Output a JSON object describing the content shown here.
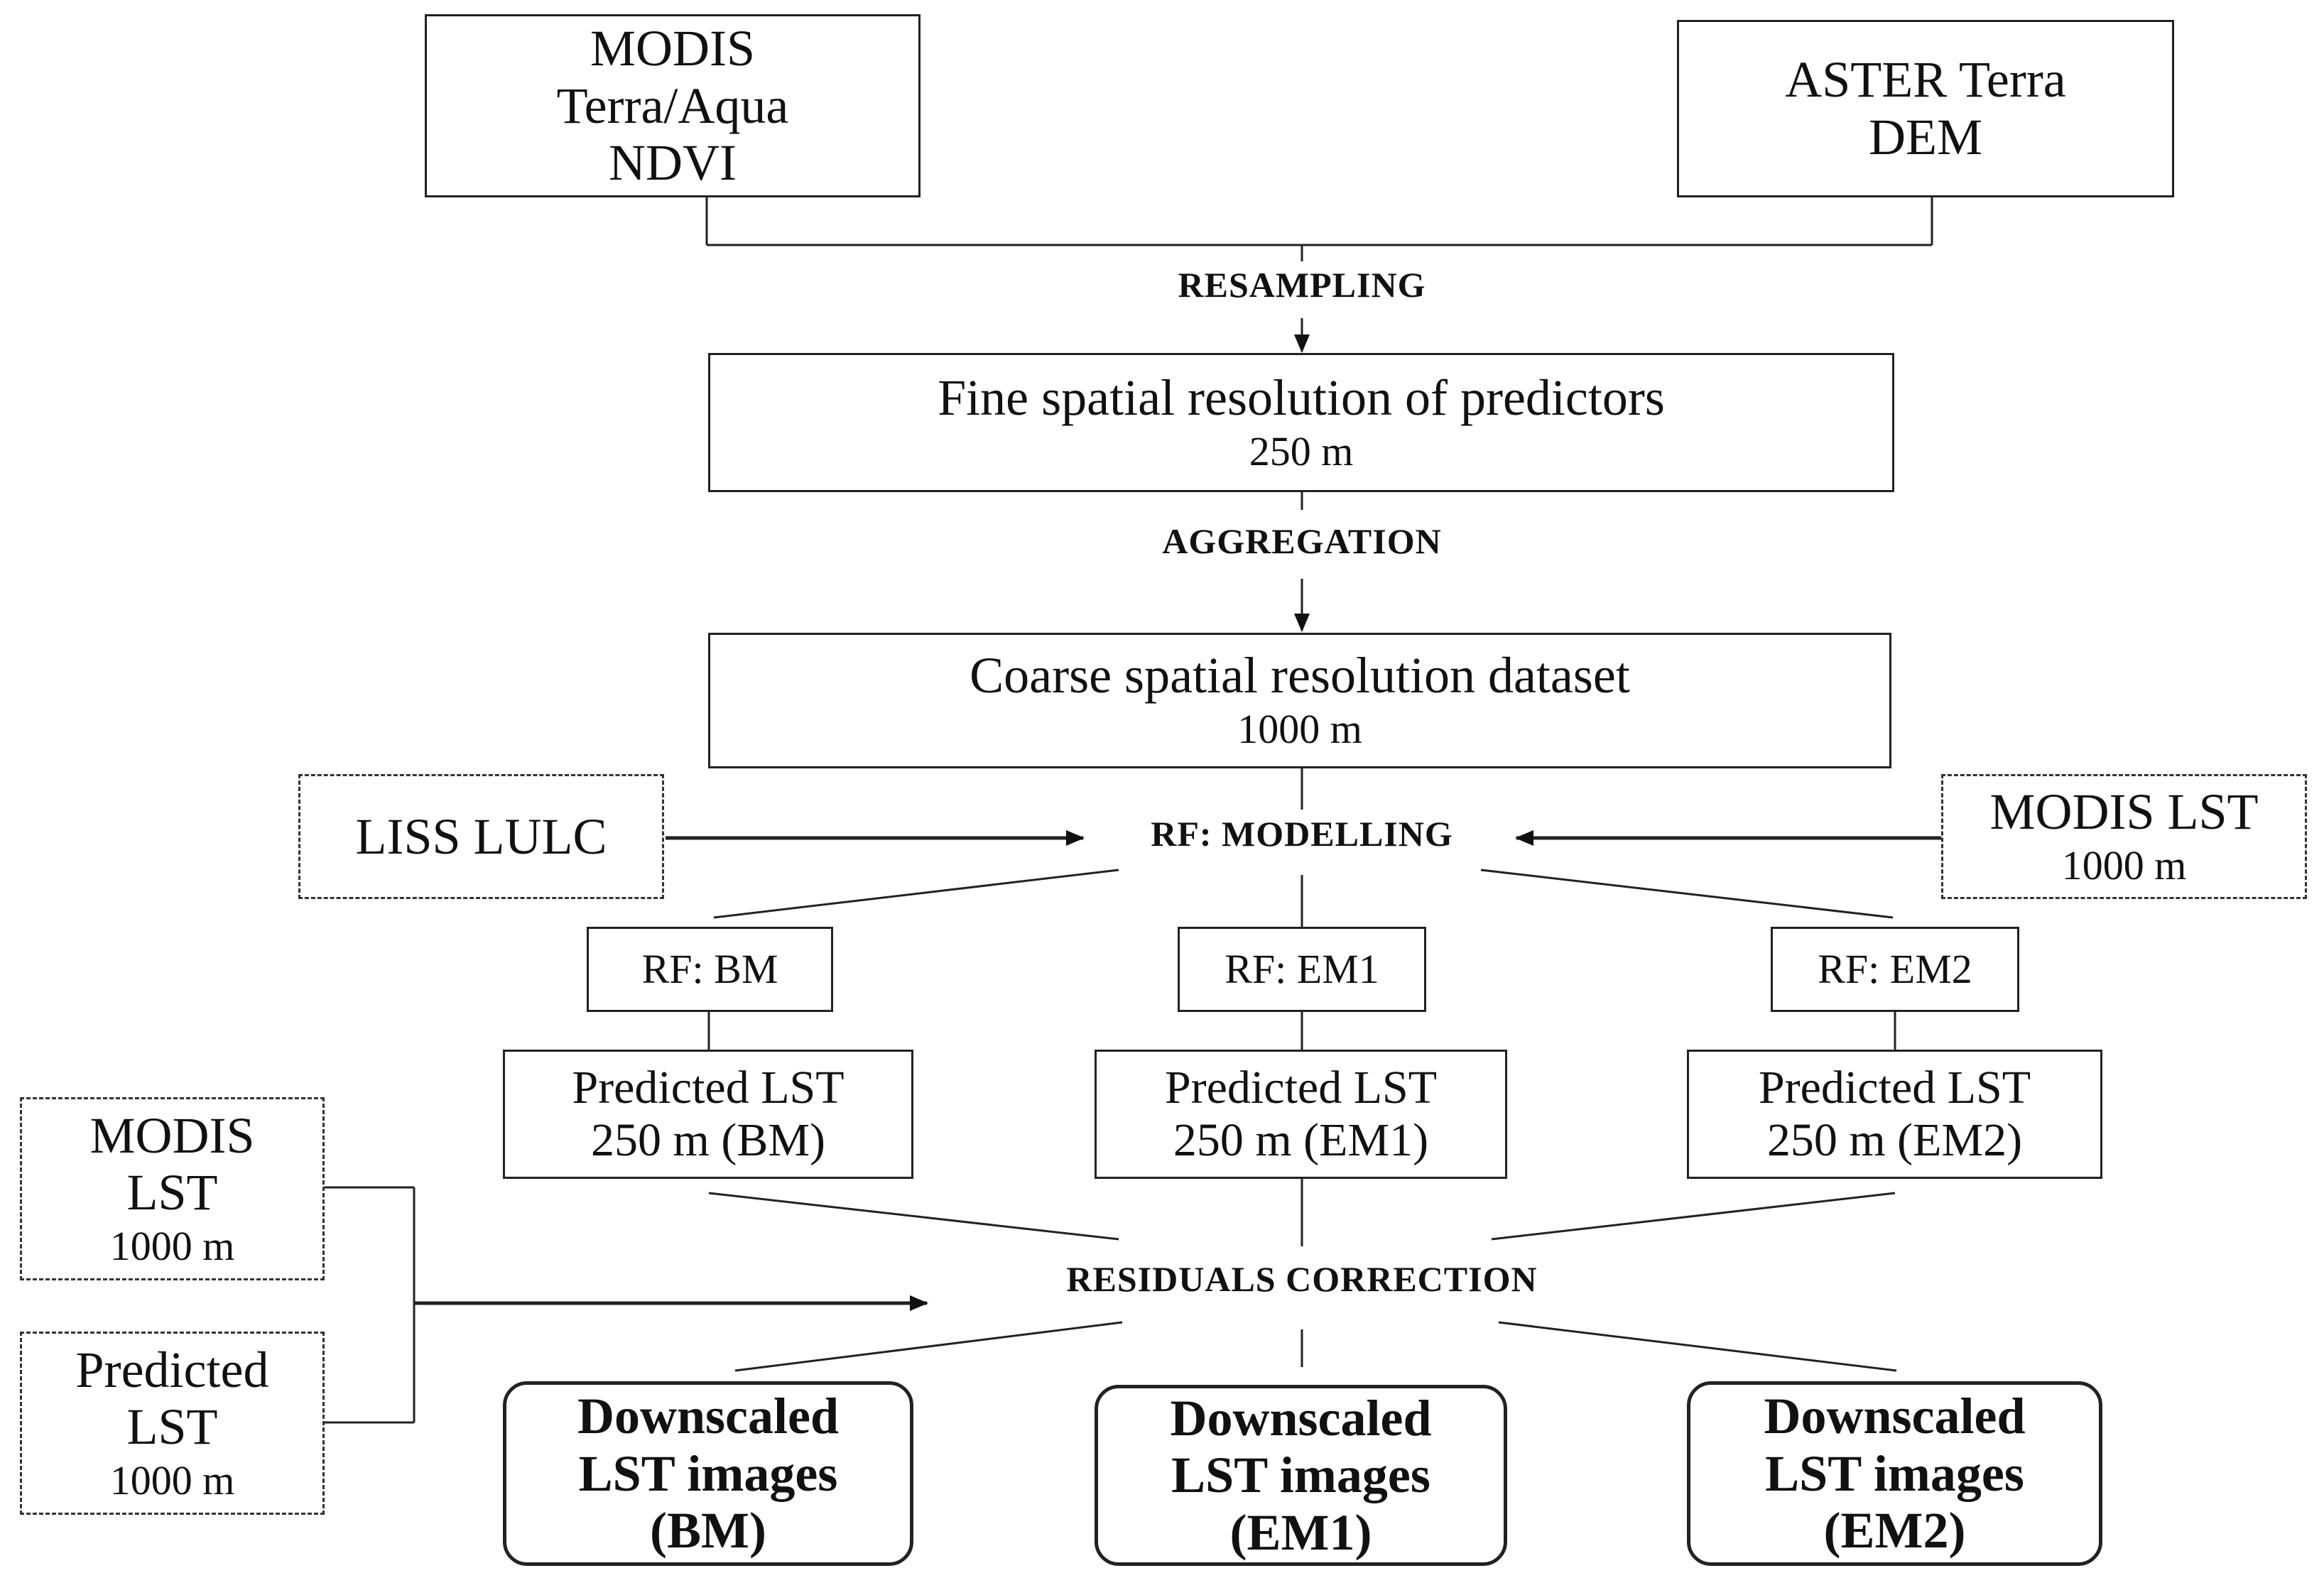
{
  "sources": {
    "modis_ndvi": [
      "MODIS",
      "Terra/Aqua",
      "NDVI"
    ],
    "aster_dem": [
      "ASTER Terra",
      "DEM"
    ]
  },
  "steps": {
    "resampling": "RESAMPLING",
    "aggregation": "AGGREGATION",
    "rf_modelling": "RF: MODELLING",
    "residuals_correction": "RESIDUALS CORRECTION"
  },
  "fine_predictors": {
    "title": "Fine spatial resolution of predictors",
    "res": "250 m"
  },
  "coarse_dataset": {
    "title": "Coarse spatial resolution dataset",
    "res": "1000 m"
  },
  "inputs": {
    "liss_lulc": "LISS LULC",
    "modis_lst_right": {
      "title": "MODIS LST",
      "res": "1000 m"
    },
    "modis_lst_left": {
      "l1": "MODIS",
      "l2": "LST",
      "res": "1000 m"
    },
    "predicted_lst_left": {
      "l1": "Predicted",
      "l2": "LST",
      "res": "1000 m"
    }
  },
  "models": [
    {
      "label": "RF: BM",
      "predicted": [
        "Predicted LST",
        "250 m (BM)"
      ],
      "downscaled": [
        "Downscaled",
        "LST images",
        "(BM)"
      ]
    },
    {
      "label": "RF: EM1",
      "predicted": [
        "Predicted LST",
        "250 m (EM1)"
      ],
      "downscaled": [
        "Downscaled",
        "LST images",
        "(EM1)"
      ]
    },
    {
      "label": "RF: EM2",
      "predicted": [
        "Predicted LST",
        "250 m (EM2)"
      ],
      "downscaled": [
        "Downscaled",
        "LST images",
        "(EM2)"
      ]
    }
  ]
}
